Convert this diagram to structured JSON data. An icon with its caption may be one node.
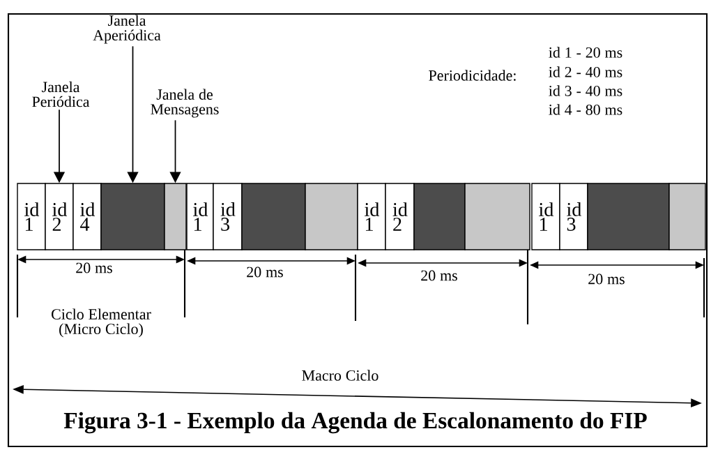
{
  "diagram": {
    "caption": "Figura 3-1 - Exemplo da Agenda de Escalonamento do FIP",
    "nodes": [
      {
        "text": [
          "Janela Periódica"
        ]
      },
      {
        "text": [
          "Janela Aperiódica"
        ]
      },
      {
        "text": [
          "Janela de Mensagens"
        ]
      },
      {
        "text": [
          "id 1"
        ]
      },
      {
        "text": [
          "id 2"
        ]
      },
      {
        "text": [
          "id 4"
        ]
      },
      {
        "text": [],
        "shape": "box"
      },
      {
        "text": [],
        "shape": "box"
      },
      {
        "text": [
          "id 1"
        ]
      },
      {
        "text": [
          "id 3"
        ]
      },
      {
        "text": [],
        "shape": "box"
      },
      {
        "text": [],
        "shape": "box"
      },
      {
        "text": [
          "id 1"
        ]
      },
      {
        "text": [
          "id 2"
        ]
      },
      {
        "text": [],
        "shape": "box"
      },
      {
        "text": [],
        "shape": "box"
      },
      {
        "text": [
          "id 1"
        ]
      },
      {
        "text": [
          "id 3"
        ]
      },
      {
        "text": [],
        "shape": "box"
      },
      {
        "text": [],
        "shape": "box"
      }
    ],
    "edges": [
      {
        "from": 0,
        "to": 4,
        "arrow": "to"
      },
      {
        "from": 1,
        "to": 6,
        "arrow": "to"
      },
      {
        "from": 2,
        "to": 7,
        "arrow": "to"
      }
    ],
    "labels": [
      "Periodicidade:",
      "id 1 - 20 ms",
      "id 2 - 40 ms",
      "id 3 - 40 ms",
      "id 4 - 80 ms",
      "20 ms",
      "20 ms",
      "20 ms",
      "20 ms",
      "Ciclo Elementar (Micro Ciclo)",
      "Macro Ciclo"
    ]
  }
}
